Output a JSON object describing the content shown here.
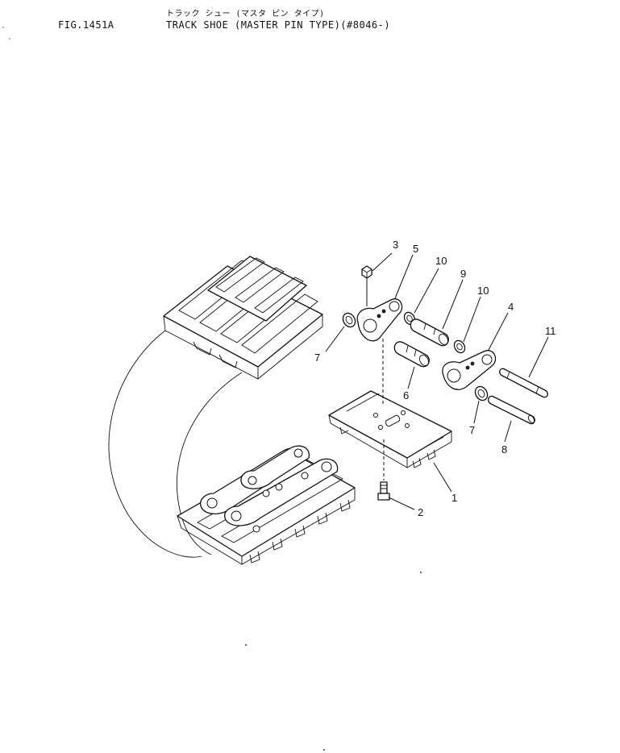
{
  "header": {
    "figure_number": "FIG.1451A",
    "title_japanese": "トラック シュー (マスタ ピン タイプ)",
    "title_english": "TRACK SHOE (MASTER PIN TYPE)(#8046-)"
  },
  "callouts": [
    {
      "id": "c3",
      "label": "3"
    },
    {
      "id": "c5",
      "label": "5"
    },
    {
      "id": "c10a",
      "label": "10"
    },
    {
      "id": "c9",
      "label": "9"
    },
    {
      "id": "c10b",
      "label": "10"
    },
    {
      "id": "c4",
      "label": "4"
    },
    {
      "id": "c11",
      "label": "11"
    },
    {
      "id": "c7a",
      "label": "7"
    },
    {
      "id": "c6",
      "label": "6"
    },
    {
      "id": "c7b",
      "label": "7"
    },
    {
      "id": "c8",
      "label": "8"
    },
    {
      "id": "c1",
      "label": "1"
    },
    {
      "id": "c2",
      "label": "2"
    }
  ]
}
